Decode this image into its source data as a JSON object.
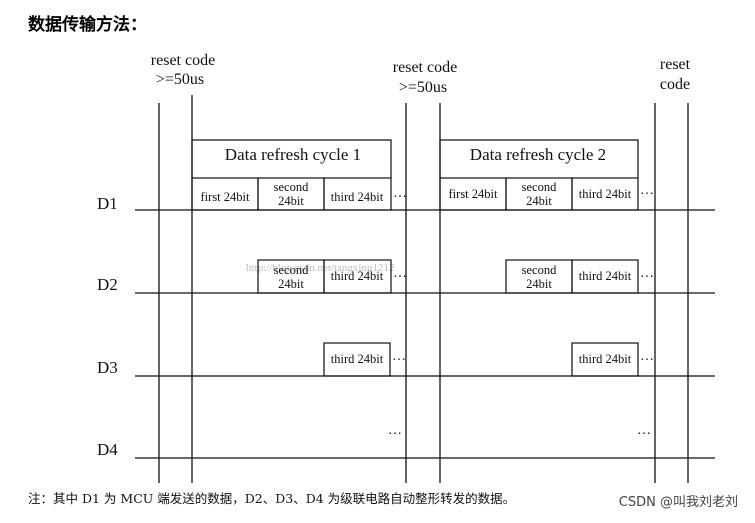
{
  "title": "数据传输方法：",
  "reset_labels": [
    {
      "line1": "reset code",
      "line2": ">=50us"
    },
    {
      "line1": "reset code",
      "line2": ">=50us"
    },
    {
      "line1": "reset",
      "line2": "code"
    }
  ],
  "cycles": [
    {
      "label": "Data refresh cycle 1"
    },
    {
      "label": "Data refresh cycle 2"
    }
  ],
  "signals": [
    "D1",
    "D2",
    "D3",
    "D4"
  ],
  "segments": {
    "first": "first 24bit",
    "second_line1": "second",
    "second_line2": "24bit",
    "third": "third 24bit"
  },
  "ellipsis": "…",
  "faint_url": "http://blog.csdn.net/tangxing1212",
  "footnote": "注：其中 D1 为 MCU 端发送的数据，D2、D3、D4 为级联电路自动整形转发的数据。",
  "watermark": "CSDN @叫我刘老刘"
}
